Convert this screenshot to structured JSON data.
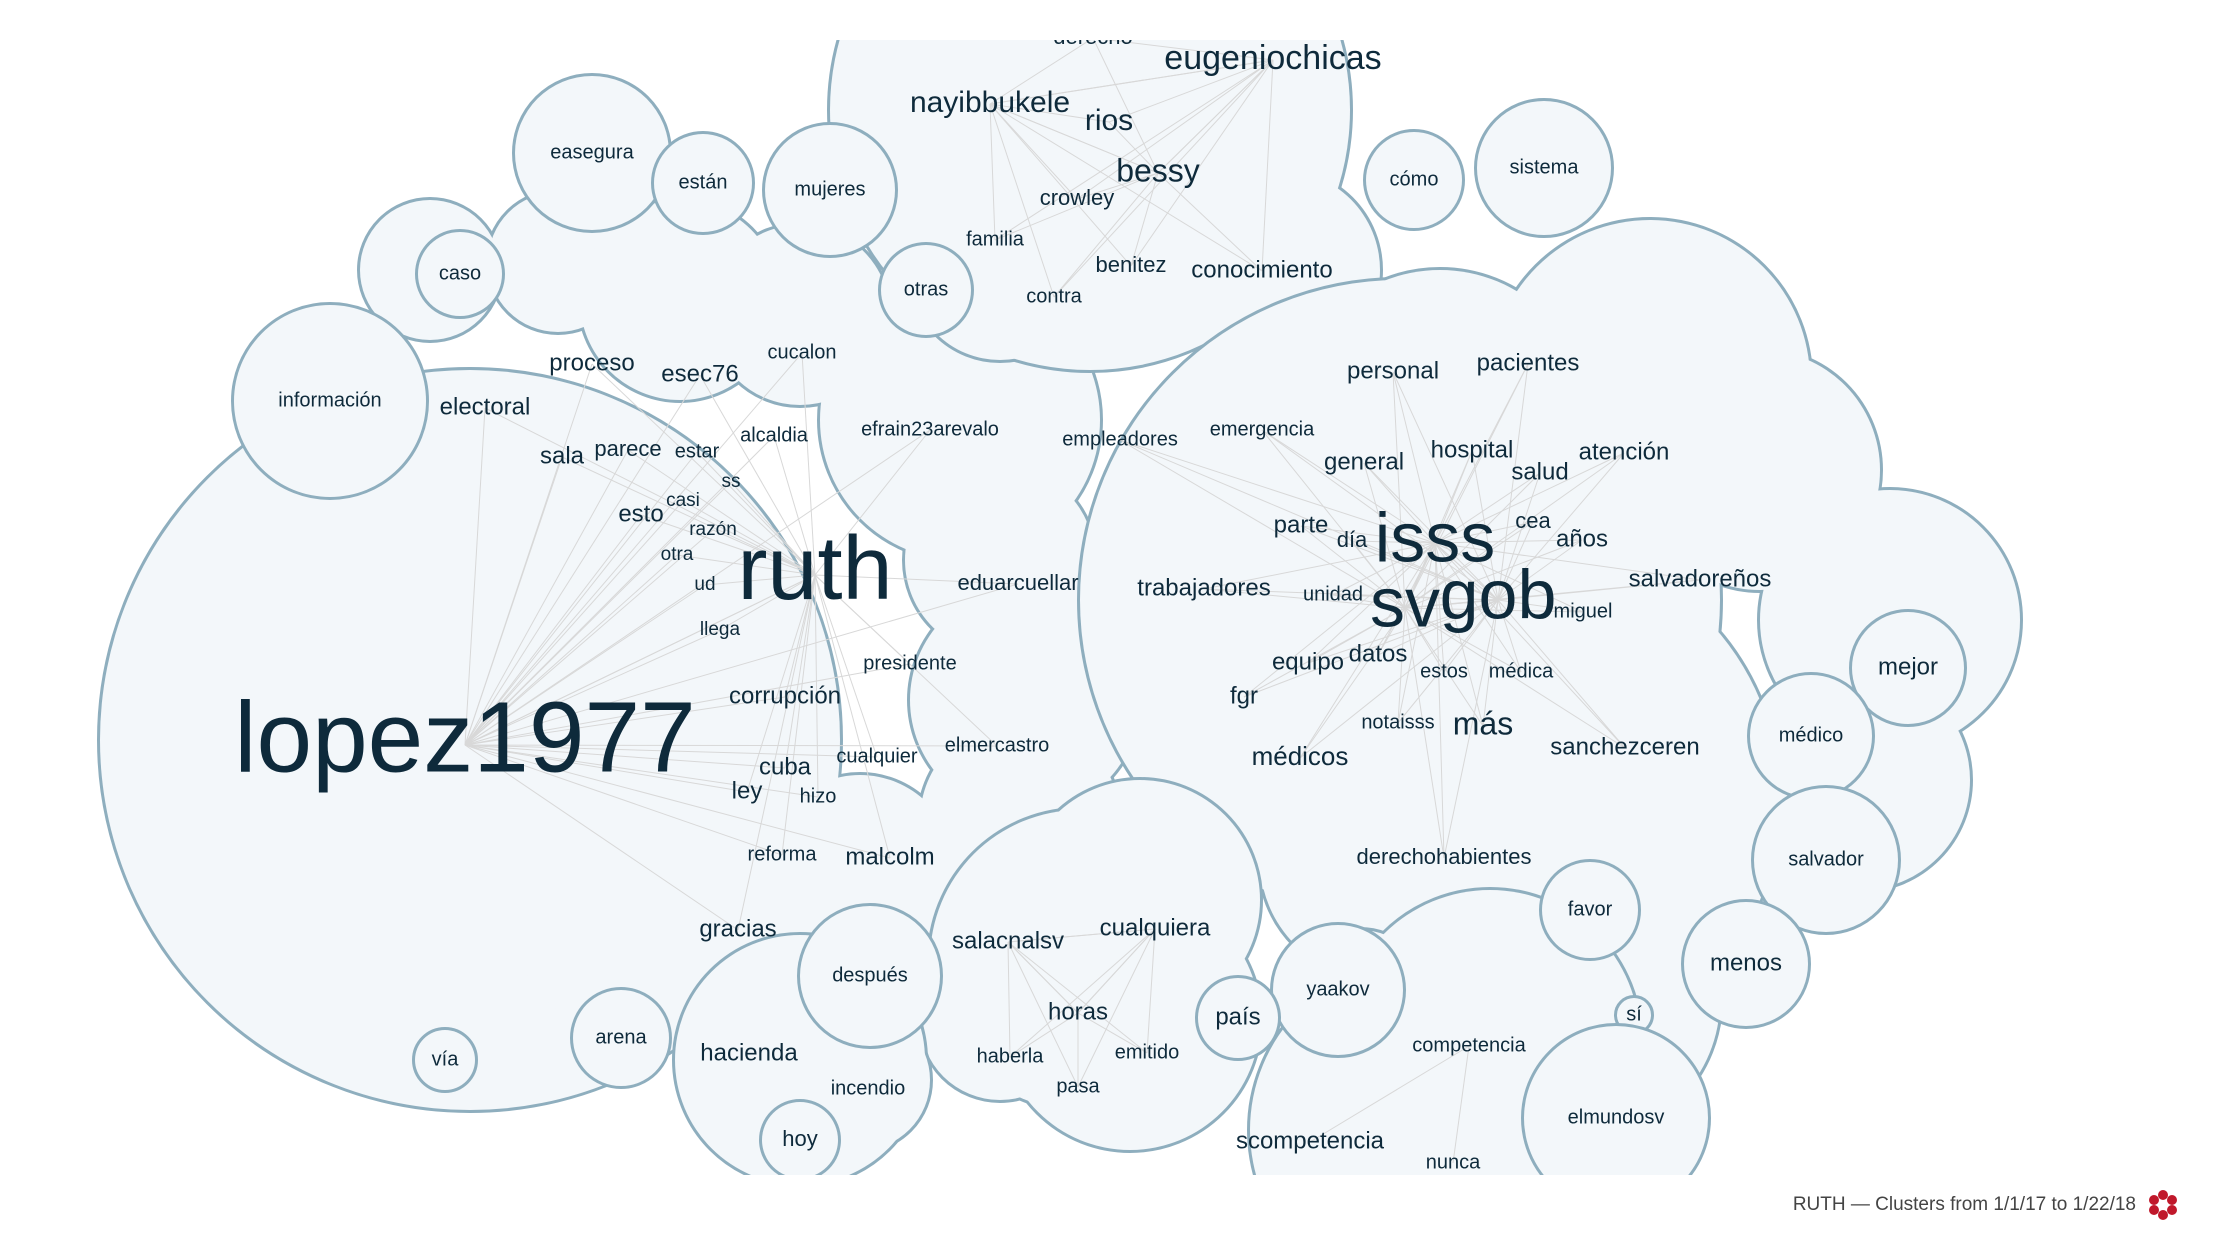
{
  "footer": {
    "caption": "RUTH — Clusters from 1/1/17 to 1/22/18",
    "logo_icon": "red-flower-logo-icon"
  },
  "colors": {
    "bubble_fill": "#f3f7fa",
    "bubble_stroke": "#8eaebe",
    "edge": "#d8d8d8",
    "word": "#0e2a3b",
    "logo": "#c0182b"
  },
  "clusters": [
    {
      "id": "lopez1977",
      "words": [
        "lopez1977",
        "ruth",
        "electoral",
        "proceso",
        "esec76",
        "cucalon",
        "sala",
        "parece",
        "estar",
        "alcaldia",
        "efrain23arevalo",
        "ss",
        "casi",
        "esto",
        "razón",
        "otra",
        "ud",
        "eduarcuellar",
        "llega",
        "presidente",
        "corrupción",
        "elmercastro",
        "cualquier",
        "cuba",
        "ley",
        "hizo",
        "reforma",
        "malcolm",
        "gracias"
      ]
    },
    {
      "id": "eugeniochicas",
      "words": [
        "derecho",
        "eugeniochicas",
        "nayibbukele",
        "rios",
        "bessy",
        "crowley",
        "familia",
        "benitez",
        "conocimiento",
        "contra"
      ]
    },
    {
      "id": "isss",
      "words": [
        "personal",
        "pacientes",
        "empleadores",
        "emergencia",
        "general",
        "hospital",
        "atención",
        "salud",
        "parte",
        "cea",
        "día",
        "isss",
        "años",
        "sv",
        "gob",
        "salvadoreños",
        "trabajadores",
        "unidad",
        "miguel",
        "datos",
        "equipo",
        "estos",
        "médica",
        "fgr",
        "notaisss",
        "más",
        "sanchezceren",
        "médicos",
        "derechohabientes"
      ]
    },
    {
      "id": "salacnalsv",
      "words": [
        "salacnalsv",
        "cualquiera",
        "horas",
        "haberla",
        "emitido",
        "pasa"
      ]
    },
    {
      "id": "hacienda",
      "words": [
        "hacienda",
        "incendio"
      ]
    },
    {
      "id": "competencia",
      "words": [
        "competencia",
        "scompetencia",
        "nunca"
      ]
    },
    {
      "id": "singletons",
      "words": [
        "easegura",
        "están",
        "mujeres",
        "caso",
        "otras",
        "cómo",
        "sistema",
        "información",
        "mejor",
        "médico",
        "salvador",
        "menos",
        "después",
        "favor",
        "yaakov",
        "país",
        "arena",
        "vía",
        "hoy",
        "sí",
        "elmundosv"
      ]
    }
  ]
}
